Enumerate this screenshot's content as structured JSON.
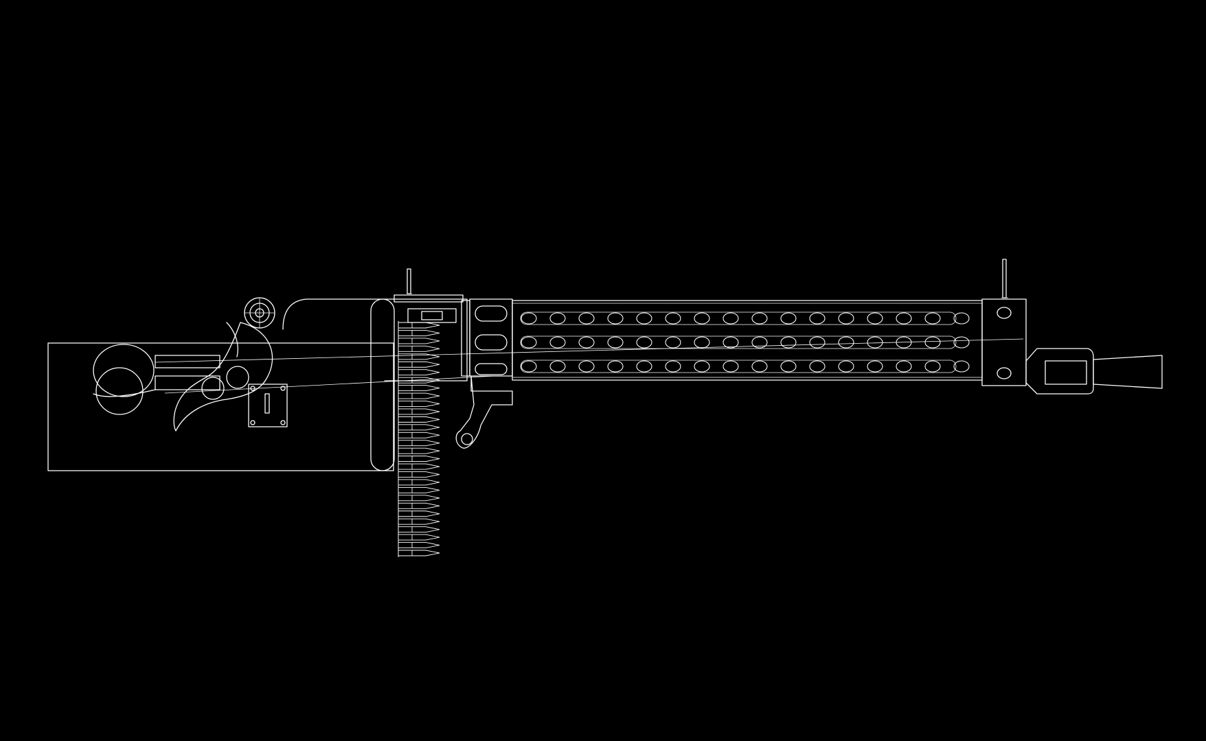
{
  "drawing": {
    "subject": "machine-gun",
    "background_color": "#000000",
    "line_color": "#ffffff",
    "style": "white-line-wireframe",
    "text_labels": []
  },
  "parts": {
    "barrel_jacket_hole_rows": 3,
    "barrel_jacket_holes_per_row": 16,
    "ammo_belt_cartridges": 30
  }
}
